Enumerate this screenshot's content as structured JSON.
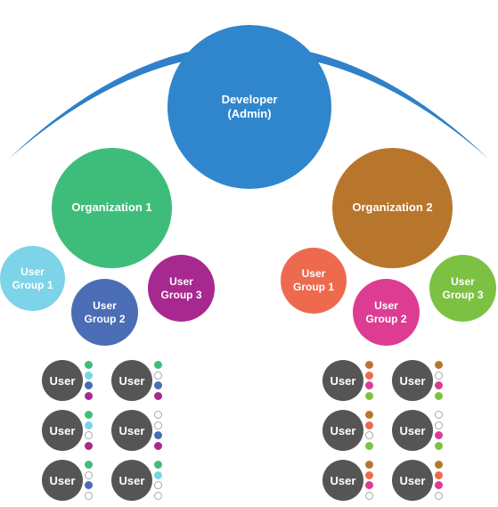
{
  "colors": {
    "arc": "#2f80c8",
    "developer": "#2f86cc",
    "org1": "#3ebd7a",
    "org2": "#b8762c",
    "user": "#555555",
    "group_colors": {
      "org1": [
        "#7dd3e8",
        "#4a6db5",
        "#a7288f"
      ],
      "org2": [
        "#ee6a4f",
        "#dd3c93",
        "#7dc142"
      ]
    }
  },
  "developer": {
    "line1": "Developer",
    "line2": "(Admin)"
  },
  "organizations": [
    {
      "label": "Organization 1",
      "groups": [
        {
          "line1": "User",
          "line2": "Group 1"
        },
        {
          "line1": "User",
          "line2": "Group 2"
        },
        {
          "line1": "User",
          "line2": "Group 3"
        }
      ],
      "users": [
        {
          "label": "User",
          "membership": [
            1,
            1,
            1,
            1
          ]
        },
        {
          "label": "User",
          "membership": [
            1,
            0,
            1,
            1
          ]
        },
        {
          "label": "User",
          "membership": [
            1,
            1,
            0,
            1
          ]
        },
        {
          "label": "User",
          "membership": [
            0,
            0,
            1,
            1
          ]
        },
        {
          "label": "User",
          "membership": [
            1,
            0,
            1,
            0
          ]
        },
        {
          "label": "User",
          "membership": [
            1,
            1,
            0,
            0
          ]
        }
      ]
    },
    {
      "label": "Organization 2",
      "groups": [
        {
          "line1": "User",
          "line2": "Group 1"
        },
        {
          "line1": "User",
          "line2": "Group 2"
        },
        {
          "line1": "User",
          "line2": "Group 3"
        }
      ],
      "users": [
        {
          "label": "User",
          "membership": [
            1,
            1,
            1,
            1
          ]
        },
        {
          "label": "User",
          "membership": [
            1,
            0,
            1,
            1
          ]
        },
        {
          "label": "User",
          "membership": [
            1,
            1,
            0,
            1
          ]
        },
        {
          "label": "User",
          "membership": [
            0,
            0,
            1,
            1
          ]
        },
        {
          "label": "User",
          "membership": [
            1,
            1,
            1,
            0
          ]
        },
        {
          "label": "User",
          "membership": [
            1,
            1,
            1,
            0
          ]
        }
      ]
    }
  ]
}
